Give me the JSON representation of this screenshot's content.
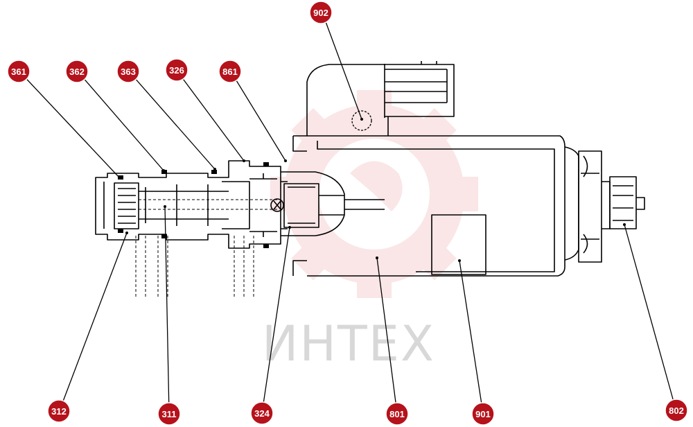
{
  "watermark": {
    "text": "ИНТЕХ",
    "color": "#f2b8bd"
  },
  "callout_color": "#b5121b",
  "callouts": [
    {
      "id": "c902",
      "label": "902"
    },
    {
      "id": "c361",
      "label": "361"
    },
    {
      "id": "c362",
      "label": "362"
    },
    {
      "id": "c363",
      "label": "363"
    },
    {
      "id": "c326",
      "label": "326"
    },
    {
      "id": "c861",
      "label": "861"
    },
    {
      "id": "c312",
      "label": "312"
    },
    {
      "id": "c311",
      "label": "311"
    },
    {
      "id": "c324",
      "label": "324"
    },
    {
      "id": "c801",
      "label": "801"
    },
    {
      "id": "c901",
      "label": "901"
    },
    {
      "id": "c802",
      "label": "802"
    }
  ]
}
